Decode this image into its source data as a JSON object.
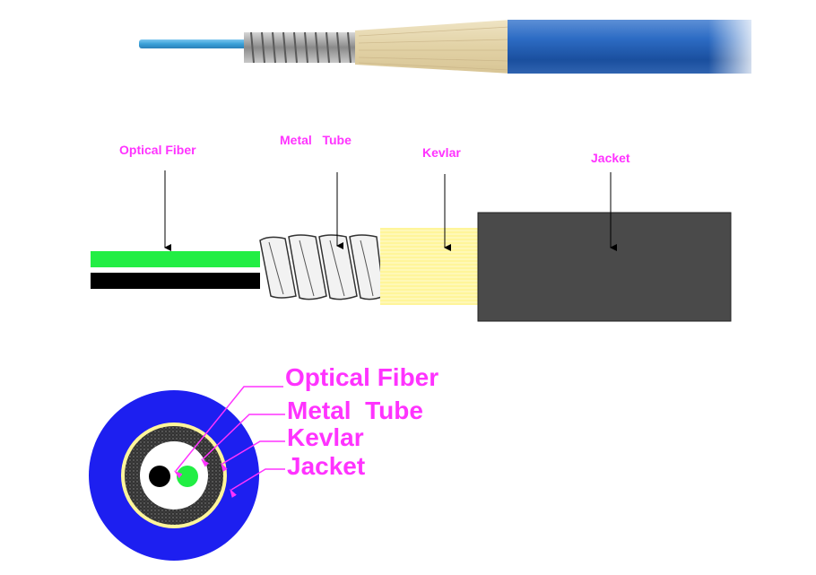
{
  "photo": {
    "caption": ""
  },
  "side_view": {
    "labels": {
      "fiber": "Optical Fiber",
      "tube": "Metal   Tube",
      "kevlar": "Kevlar",
      "jacket": "Jacket"
    }
  },
  "cross_section": {
    "labels": {
      "fiber": "Optical Fiber",
      "tube": "Metal  Tube",
      "kevlar": "Kevlar",
      "jacket": "Jacket"
    }
  },
  "colors": {
    "label": "#ff33ff",
    "fiber_green": "#22ee44",
    "fiber_black": "#000000",
    "kevlar_yellow": "#fff59a",
    "jacket_gray": "#4a4a4a",
    "jacket_blue": "#1d1ff0",
    "cable_blue": "#1f5fb8",
    "fiber_photo_blue": "#3aa0d8"
  }
}
